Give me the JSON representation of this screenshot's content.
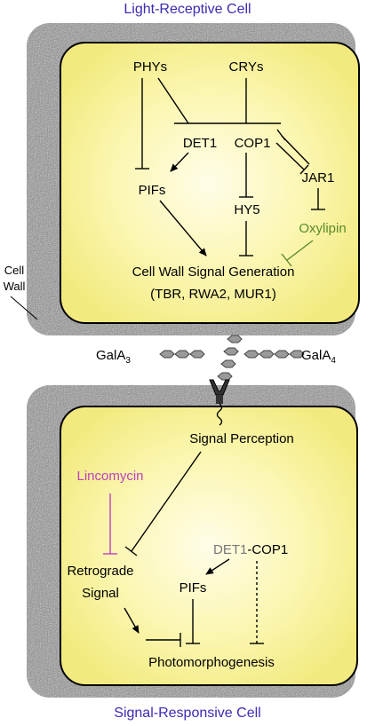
{
  "colors": {
    "title": "#3a2bb5",
    "oxylipin": "#5a8a2a",
    "lincomycin": "#c040c0",
    "det1_gray": "#777777",
    "cell_fill": "#f7f0a0",
    "wall": "#8a8a8a"
  },
  "top_cell": {
    "title": "Light-Receptive Cell",
    "phys": "PHYs",
    "crys": "CRYs",
    "det1": "DET1",
    "cop1": "COP1",
    "jar1": "JAR1",
    "pifs": "PIFs",
    "hy5": "HY5",
    "oxylipin": "Oxylipin",
    "signal_gen": "Cell Wall Signal Generation",
    "genes": "(TBR, RWA2, MUR1)"
  },
  "cell_wall_label": {
    "line1": "Cell",
    "line2": "Wall"
  },
  "middle": {
    "gala3_base": "GalA",
    "gala3_sub": "3",
    "gala4_base": "GalA",
    "gala4_sub": "4"
  },
  "bottom_cell": {
    "title": "Signal-Responsive Cell",
    "signal_perception": "Signal Perception",
    "lincomycin": "Lincomycin",
    "retrograde1": "Retrograde",
    "retrograde2": "Signal",
    "det1": "DET1",
    "cop1": "-COP1",
    "pifs": "PIFs",
    "photomorpho": "Photomorphogenesis"
  }
}
